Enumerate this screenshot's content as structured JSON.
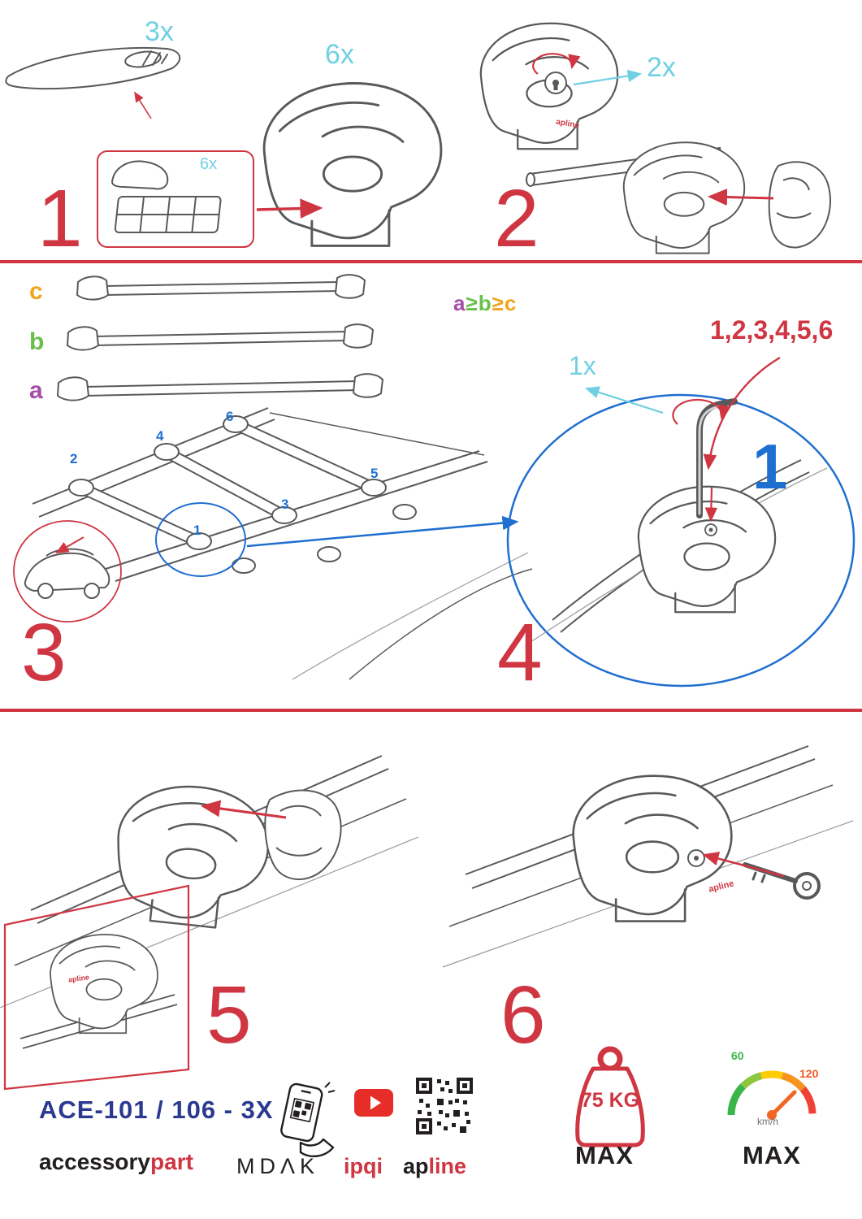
{
  "step1": {
    "number": "1",
    "bar_qty": "3x",
    "foot_qty": "6x",
    "pad_qty": "6x"
  },
  "step2": {
    "number": "2",
    "lock_qty": "2x",
    "logo": "apline"
  },
  "step3": {
    "number": "3",
    "bar_label_a": "a",
    "bar_label_b": "b",
    "bar_label_c": "c",
    "roof_positions": [
      "1",
      "2",
      "3",
      "4",
      "5",
      "6"
    ]
  },
  "size_rule": {
    "a": "a",
    "ge1": "≥",
    "b": "b",
    "ge2": "≥",
    "c": "c"
  },
  "step4": {
    "number": "4",
    "tool_qty": "1x",
    "sequence": "1,2,3,4,5,6",
    "first_position": "1"
  },
  "step5": {
    "number": "5",
    "logo": "apline"
  },
  "step6": {
    "number": "6",
    "logo": "apline"
  },
  "footer": {
    "model": "ACE-101 / 106 - 3X",
    "brand1_black": "accessory",
    "brand1_red": "part",
    "brand2": "MDΛK",
    "brand3": "ipqi",
    "brand4_black": "ap",
    "brand4_red": "line",
    "weight_value": "75 KG",
    "weight_max": "MAX",
    "speed_low": "60",
    "speed_high": "120",
    "speed_unit": "km/h",
    "speed_max": "MAX"
  },
  "colors": {
    "accent_red": "#cf3642",
    "callout_cyan": "#6fd0e2",
    "highlight_blue": "#1f6fd0",
    "model_navy": "#2b3990",
    "label_purple": "#a54ba8",
    "label_green": "#6abf4b",
    "label_orange": "#f2a51c",
    "lineart_gray": "#58595b"
  }
}
